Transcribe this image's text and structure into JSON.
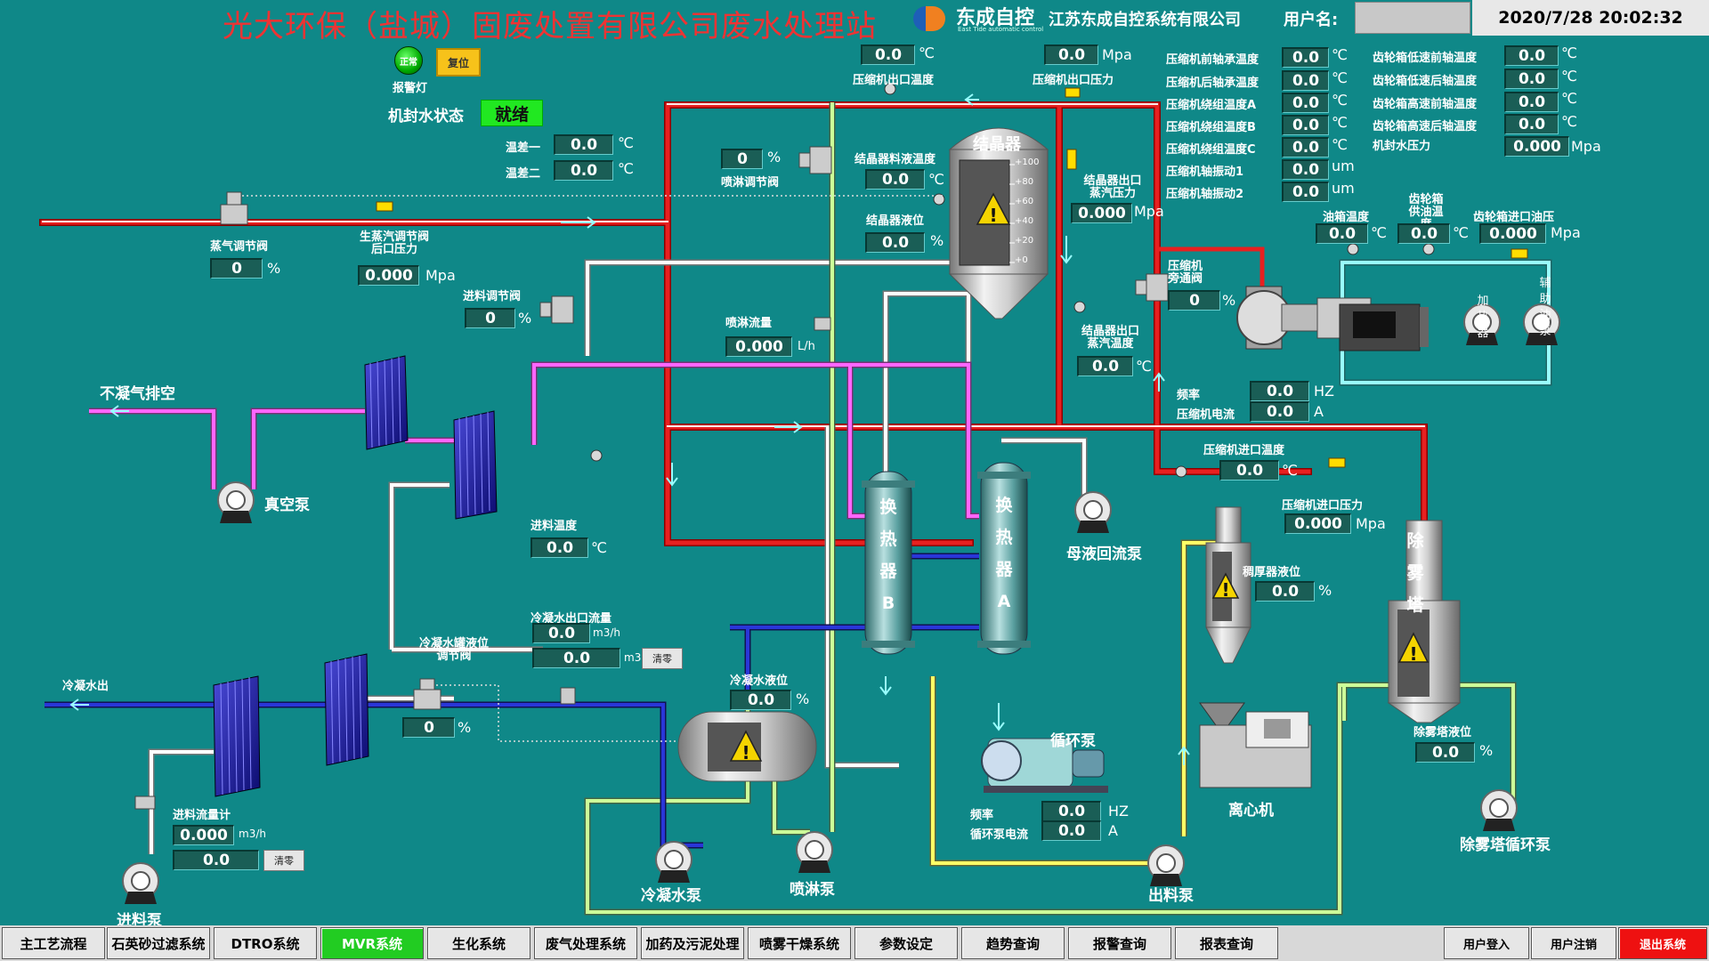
{
  "header": {
    "title": "光大环保（盐城）固废处置有限公司废水处理站",
    "logo_text": "东成自控",
    "logo_sub": "East Tide automatic control",
    "company": "江苏东成自控系统有限公司",
    "user_label": "用户名:",
    "user_value": "",
    "datetime": "2020/7/28 20:02:32"
  },
  "alarm": {
    "lamp_text": "正常",
    "lamp_label": "报警灯",
    "reset_label": "复位"
  },
  "seal": {
    "label": "机封水状态",
    "status": "就绪"
  },
  "temps": {
    "diff1_label": "温差一",
    "diff1": "0.0",
    "diff2_label": "温差二",
    "diff2": "0.0"
  },
  "readings": [
    {
      "id": "comp-out-temp",
      "label": "压缩机出口温度",
      "value": "0.0",
      "unit": "℃"
    },
    {
      "id": "comp-out-press",
      "label": "压缩机出口压力",
      "value": "0.0",
      "unit": "Mpa"
    },
    {
      "id": "spray-valve",
      "label": "喷淋调节阀",
      "value": "0",
      "unit": "%"
    },
    {
      "id": "cryst-liq-temp",
      "label": "结晶器料液温度",
      "value": "0.0",
      "unit": "℃"
    },
    {
      "id": "cryst-level",
      "label": "结晶器液位",
      "value": "0.0",
      "unit": "%"
    },
    {
      "id": "cryst-out-press",
      "label": "结晶器出口蒸汽压力",
      "value": "0.000",
      "unit": "Mpa"
    },
    {
      "id": "cryst-out-temp",
      "label": "结晶器出口蒸汽温度",
      "value": "0.0",
      "unit": "℃"
    },
    {
      "id": "steam-valve",
      "label": "蒸气调节阀",
      "value": "0",
      "unit": "%"
    },
    {
      "id": "raw-steam-press",
      "label": "生蒸汽调节阀后口压力",
      "value": "0.000",
      "unit": "Mpa"
    },
    {
      "id": "feed-valve",
      "label": "进料调节阀",
      "value": "0",
      "unit": "%"
    },
    {
      "id": "spray-flow",
      "label": "喷淋流量",
      "value": "0.000",
      "unit": "L/h"
    },
    {
      "id": "comp-bypass",
      "label": "压缩机旁通阀",
      "value": "0",
      "unit": "%"
    },
    {
      "id": "freq1",
      "label": "频率",
      "value": "0.0",
      "unit": "HZ"
    },
    {
      "id": "comp-current",
      "label": "压缩机电流",
      "value": "0.0",
      "unit": "A"
    },
    {
      "id": "comp-in-temp",
      "label": "压缩机进口温度",
      "value": "0.0",
      "unit": "℃"
    },
    {
      "id": "comp-in-press",
      "label": "压缩机进口压力",
      "value": "0.000",
      "unit": "Mpa"
    },
    {
      "id": "feed-temp",
      "label": "进料温度",
      "value": "0.0",
      "unit": "℃"
    },
    {
      "id": "cond-flow",
      "label": "冷凝水出口流量",
      "value": "0.0",
      "unit": "m3/h"
    },
    {
      "id": "cond-total",
      "label": "",
      "value": "0.0",
      "unit": "m3"
    },
    {
      "id": "cond-valve",
      "label": "冷凝水罐液位调节阀",
      "value": "0",
      "unit": "%"
    },
    {
      "id": "cond-level",
      "label": "冷凝水液位",
      "value": "0.0",
      "unit": "%"
    },
    {
      "id": "thick-level",
      "label": "稠厚器液位",
      "value": "0.0",
      "unit": "%"
    },
    {
      "id": "freq2",
      "label": "频率",
      "value": "0.0",
      "unit": "HZ"
    },
    {
      "id": "pump-current",
      "label": "循环泵电流",
      "value": "0.0",
      "unit": "A"
    },
    {
      "id": "demist-level",
      "label": "除雾塔液位",
      "value": "0.0",
      "unit": "%"
    },
    {
      "id": "feed-flow",
      "label": "进料流量计",
      "value": "0.000",
      "unit": "m3/h"
    },
    {
      "id": "feed-total",
      "label": "",
      "value": "0.0",
      "unit": ""
    },
    {
      "id": "oil-temp",
      "label": "油箱温度",
      "value": "0.0",
      "unit": "℃"
    },
    {
      "id": "gear-oil-temp",
      "label": "齿轮箱供油温度",
      "value": "0.0",
      "unit": "℃"
    },
    {
      "id": "gear-oil-press",
      "label": "齿轮箱进口油压",
      "value": "0.000",
      "unit": "Mpa"
    }
  ],
  "comp_table": [
    {
      "label": "压缩机前轴承温度",
      "value": "0.0",
      "unit": "℃"
    },
    {
      "label": "压缩机后轴承温度",
      "value": "0.0",
      "unit": "℃"
    },
    {
      "label": "压缩机绕组温度A",
      "value": "0.0",
      "unit": "℃"
    },
    {
      "label": "压缩机绕组温度B",
      "value": "0.0",
      "unit": "℃"
    },
    {
      "label": "压缩机绕组温度C",
      "value": "0.0",
      "unit": "℃"
    },
    {
      "label": "压缩机轴振动1",
      "value": "0.0",
      "unit": "um"
    },
    {
      "label": "压缩机轴振动2",
      "value": "0.0",
      "unit": "um"
    }
  ],
  "gear_table": [
    {
      "label": "齿轮箱低速前轴温度",
      "value": "0.0",
      "unit": "℃"
    },
    {
      "label": "齿轮箱低速后轴温度",
      "value": "0.0",
      "unit": "℃"
    },
    {
      "label": "齿轮箱高速前轴温度",
      "value": "0.0",
      "unit": "℃"
    },
    {
      "label": "齿轮箱高速后轴温度",
      "value": "0.0",
      "unit": "℃"
    },
    {
      "label": "机封水压力",
      "value": "0.000",
      "unit": "Mpa"
    }
  ],
  "equipment": {
    "crystallizer": "结晶器",
    "vent": "不凝气排空",
    "vacuum_pump": "真空泵",
    "cond_out": "冷凝水出",
    "feed_pump": "进料泵",
    "cond_pump": "冷凝水泵",
    "spray_pump": "喷淋泵",
    "mother_pump": "母液回流泵",
    "circ_pump": "循环泵",
    "centrifuge": "离心机",
    "discharge_pump": "出料泵",
    "demist_pump": "除雾塔循环泵",
    "hx_b": "换热器B",
    "hx_a": "换热器A",
    "demist_tower": "除雾塔",
    "heater": "加热器",
    "aux_oil_pump": "辅助油泵",
    "scale_marks": [
      "+100",
      "+80",
      "+60",
      "+40",
      "+20",
      "+0"
    ]
  },
  "nav": [
    {
      "label": "主工艺流程",
      "active": false
    },
    {
      "label": "石英砂过滤系统",
      "active": false
    },
    {
      "label": "DTRO系统",
      "active": false
    },
    {
      "label": "MVR系统",
      "active": true
    },
    {
      "label": "生化系统",
      "active": false
    },
    {
      "label": "废气处理系统",
      "active": false
    },
    {
      "label": "加药及污泥处理",
      "active": false
    },
    {
      "label": "喷雾干燥系统",
      "active": false
    },
    {
      "label": "参数设定",
      "active": false
    },
    {
      "label": "趋势查询",
      "active": false
    },
    {
      "label": "报警查询",
      "active": false
    },
    {
      "label": "报表查询",
      "active": false
    }
  ],
  "user_nav": [
    {
      "label": "用户登入",
      "style": "normal"
    },
    {
      "label": "用户注销",
      "style": "normal"
    },
    {
      "label": "退出系统",
      "style": "danger"
    }
  ],
  "clear_label": "清零",
  "colors": {
    "background": "#0f8888",
    "steam": "#e82020",
    "hot": "#ffffff",
    "vacuum": "#ff66ff",
    "cooling": "#2a36d8",
    "condensate": "#ccff99",
    "discharge": "#ffff66",
    "oil": "#99ffff",
    "ok_status": "#21e821"
  }
}
